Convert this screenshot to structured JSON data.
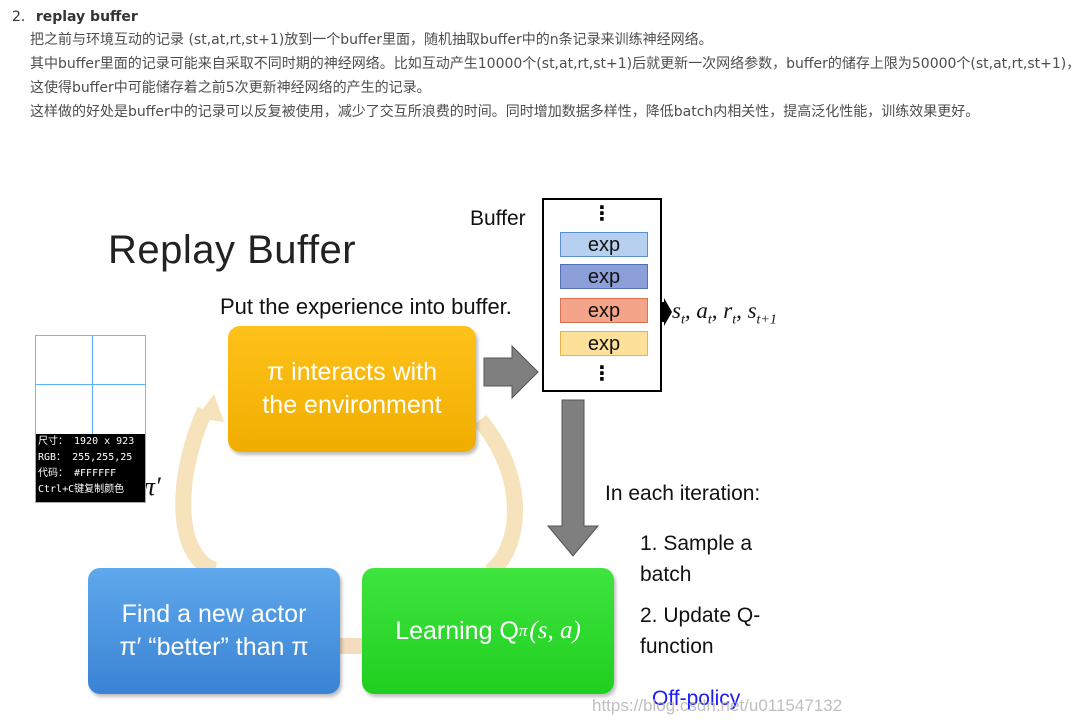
{
  "article": {
    "number": "2.",
    "title": "replay buffer",
    "paragraphs": [
      "把之前与环境互动的记录 (st,at,rt,st+1)放到一个buffer里面，随机抽取buffer中的n条记录来训练神经网络。",
      "其中buffer里面的记录可能来自采取不同时期的神经网络。比如互动产生10000个(st,at,rt,st+1)后就更新一次网络参数，buffer的储存上限为50000个(st,at,rt,st+1)，这使得buffer中可能储存着之前5次更新神经网络的产生的记录。",
      "这样做的好处是buffer中的记录可以反复被使用，减少了交互所浪费的时间。同时增加数据多样性，降低batch内相关性，提高泛化性能，训练效果更好。"
    ]
  },
  "figure": {
    "title": "Replay Buffer",
    "put_label": "Put the experience into buffer.",
    "buffer_label": "Buffer",
    "dots": "⋮",
    "exp_items": [
      {
        "label": "exp",
        "fill": "#b8d0ef",
        "border": "#5b8fcf"
      },
      {
        "label": "exp",
        "fill": "#8c9fd9",
        "border": "#5570b8"
      },
      {
        "label": "exp",
        "fill": "#f4a488",
        "border": "#d9734e"
      },
      {
        "label": "exp",
        "fill": "#fde19a",
        "border": "#e8b24a"
      }
    ],
    "tuple": {
      "s": "s",
      "a": "a",
      "r": "r",
      "sub_t": "t",
      "sub_t1": "t+1"
    },
    "pi_box": {
      "line1": "π interacts with",
      "line2": "the environment",
      "color": "#f5b400"
    },
    "find_box": {
      "line1": "Find a new actor",
      "line2": "π′ “better” than π",
      "color": "#4a90e2"
    },
    "learn_box": {
      "text": "Learning Q",
      "sup": "π",
      "args": "(s, a)",
      "color": "#2fd82f"
    },
    "each_iteration": "In each iteration:",
    "step1": "1. Sample a batch",
    "step2": "2. Update Q-function",
    "off_policy": "Off-policy",
    "pi_prime_fragment": "π′",
    "watermark": "https://blog.csdn.net/u011547132"
  },
  "color_picker": {
    "size": "尺寸： 1920 x 923",
    "rgb": " RGB： 255,255,25",
    "code": "代码： #FFFFFF",
    "hint": "Ctrl+C键复制颜色"
  }
}
